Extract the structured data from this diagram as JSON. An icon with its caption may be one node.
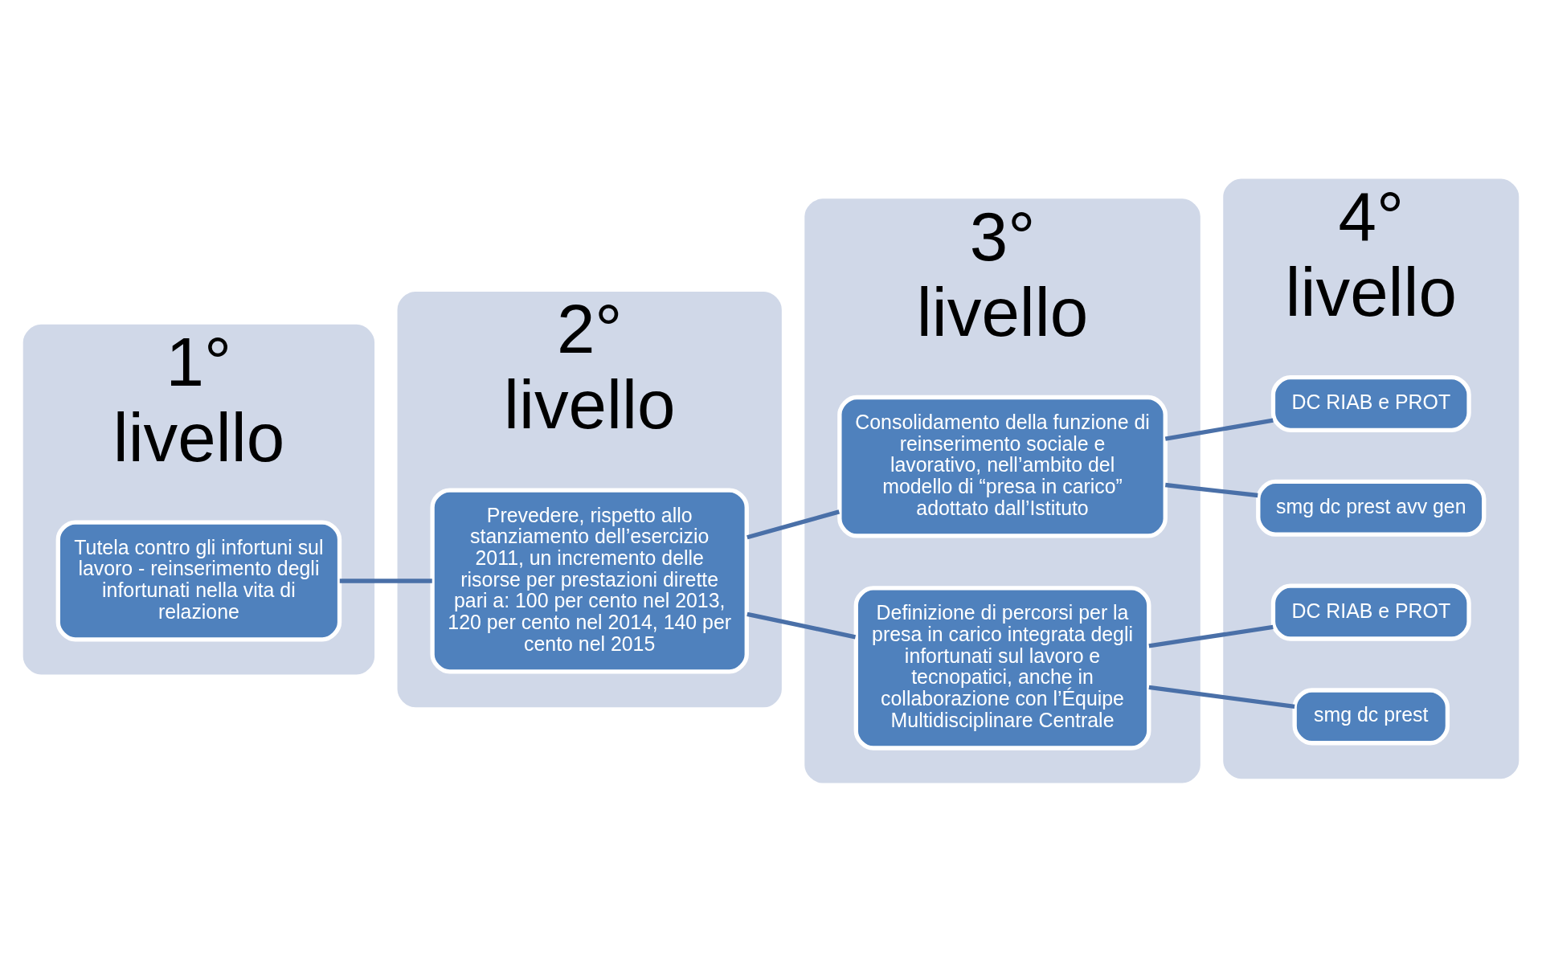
{
  "diagram": {
    "nodes": [
      {
        "text": [
          "1° livello"
        ]
      },
      {
        "text": [
          "Tutela contro gli infortuni sul lavoro - reinserimento degli infortunati nella vita di relazione"
        ],
        "in": 0
      },
      {
        "text": [
          "2° livello"
        ]
      },
      {
        "text": [
          "Prevedere, rispetto allo stanziamento dell’esercizio 2011, un incremento delle risorse per prestazioni dirette pari a: 100 per cento nel 2013, 120 per cento nel 2014, 140 per cento nel 2015"
        ],
        "in": 2
      },
      {
        "text": [
          "3° livello"
        ]
      },
      {
        "text": [
          "Consolidamento della funzione di reinserimento sociale e lavorativo, nell’ambito del modello di “presa in carico” adottato dall’Istituto"
        ],
        "in": 4
      },
      {
        "text": [
          "Definizione di percorsi per la presa in carico integrata degli infortunati sul lavoro e tecnopatici, anche in collaborazione con l’Équipe Multidisciplinare Centrale"
        ],
        "in": 4
      },
      {
        "text": [
          "4° livello"
        ]
      },
      {
        "text": [
          "DC RIAB e PROT"
        ],
        "in": 7
      },
      {
        "text": [
          "smg dc prest avv gen"
        ],
        "in": 7
      },
      {
        "text": [
          "DC RIAB e PROT"
        ],
        "in": 7
      },
      {
        "text": [
          "smg dc prest"
        ],
        "in": 7
      }
    ],
    "edges": [
      {
        "from": 1,
        "to": 3,
        "arrow": "none"
      },
      {
        "from": 3,
        "to": 5,
        "arrow": "none"
      },
      {
        "from": 3,
        "to": 6,
        "arrow": "none"
      },
      {
        "from": 5,
        "to": 8,
        "arrow": "none"
      },
      {
        "from": 5,
        "to": 9,
        "arrow": "none"
      },
      {
        "from": 6,
        "to": 10,
        "arrow": "none"
      },
      {
        "from": 6,
        "to": 11,
        "arrow": "none"
      }
    ]
  }
}
